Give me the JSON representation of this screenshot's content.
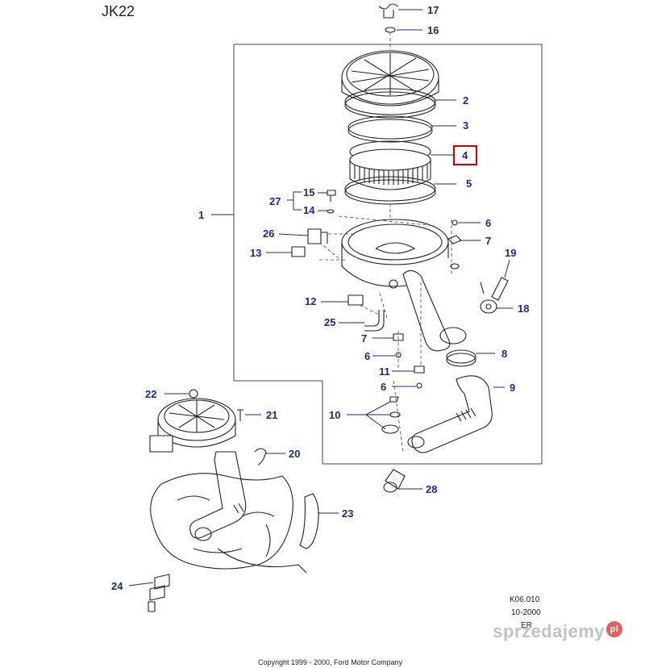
{
  "title": "JK22",
  "callouts": [
    {
      "n": "17"
    },
    {
      "n": "16"
    },
    {
      "n": "2"
    },
    {
      "n": "3"
    },
    {
      "n": "4",
      "highlighted": true
    },
    {
      "n": "5"
    },
    {
      "n": "1"
    },
    {
      "n": "27"
    },
    {
      "n": "15"
    },
    {
      "n": "14"
    },
    {
      "n": "26"
    },
    {
      "n": "13"
    },
    {
      "n": "6"
    },
    {
      "n": "7"
    },
    {
      "n": "19"
    },
    {
      "n": "18"
    },
    {
      "n": "12"
    },
    {
      "n": "25"
    },
    {
      "n": "7"
    },
    {
      "n": "8"
    },
    {
      "n": "6"
    },
    {
      "n": "11"
    },
    {
      "n": "9"
    },
    {
      "n": "6"
    },
    {
      "n": "22"
    },
    {
      "n": "21"
    },
    {
      "n": "10"
    },
    {
      "n": "20"
    },
    {
      "n": "28"
    },
    {
      "n": "23"
    },
    {
      "n": "24"
    }
  ],
  "meta": {
    "code": "K06.010",
    "date": "10-2000",
    "region": "ER"
  },
  "copyright": "Copyright 1999 - 2000, Ford Motor Company",
  "watermark": {
    "text": "sprzedajemy",
    "badge": "pl"
  },
  "colors": {
    "callout": "#1a2a8a",
    "highlight": "#cc0000"
  }
}
